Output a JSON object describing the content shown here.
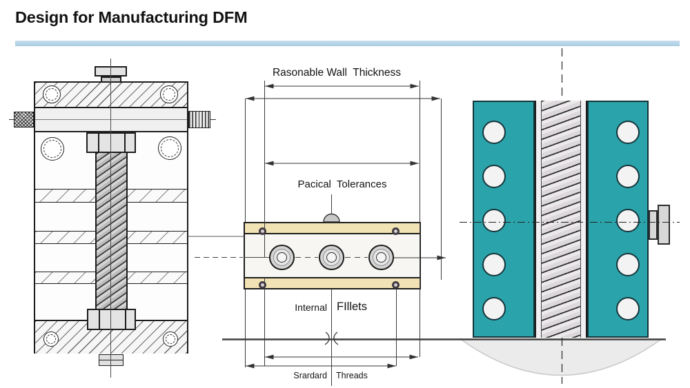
{
  "slide": {
    "title": "Design for Manufacturing DFM"
  },
  "annotations": {
    "wall_thickness": "Rasonable Wall  Thickness",
    "tolerances": "Pacical  Tolerances",
    "fillets_word1": "Internal",
    "fillets_word2": "FIllets",
    "threads_word1": "Srardard",
    "threads_word2": "Threads"
  },
  "colors": {
    "accent_bar": "#b7d3e6",
    "teal_block": "#2aa4aa",
    "tan_strip": "#f2e3b4",
    "drawing_line": "#1c1c1c"
  }
}
